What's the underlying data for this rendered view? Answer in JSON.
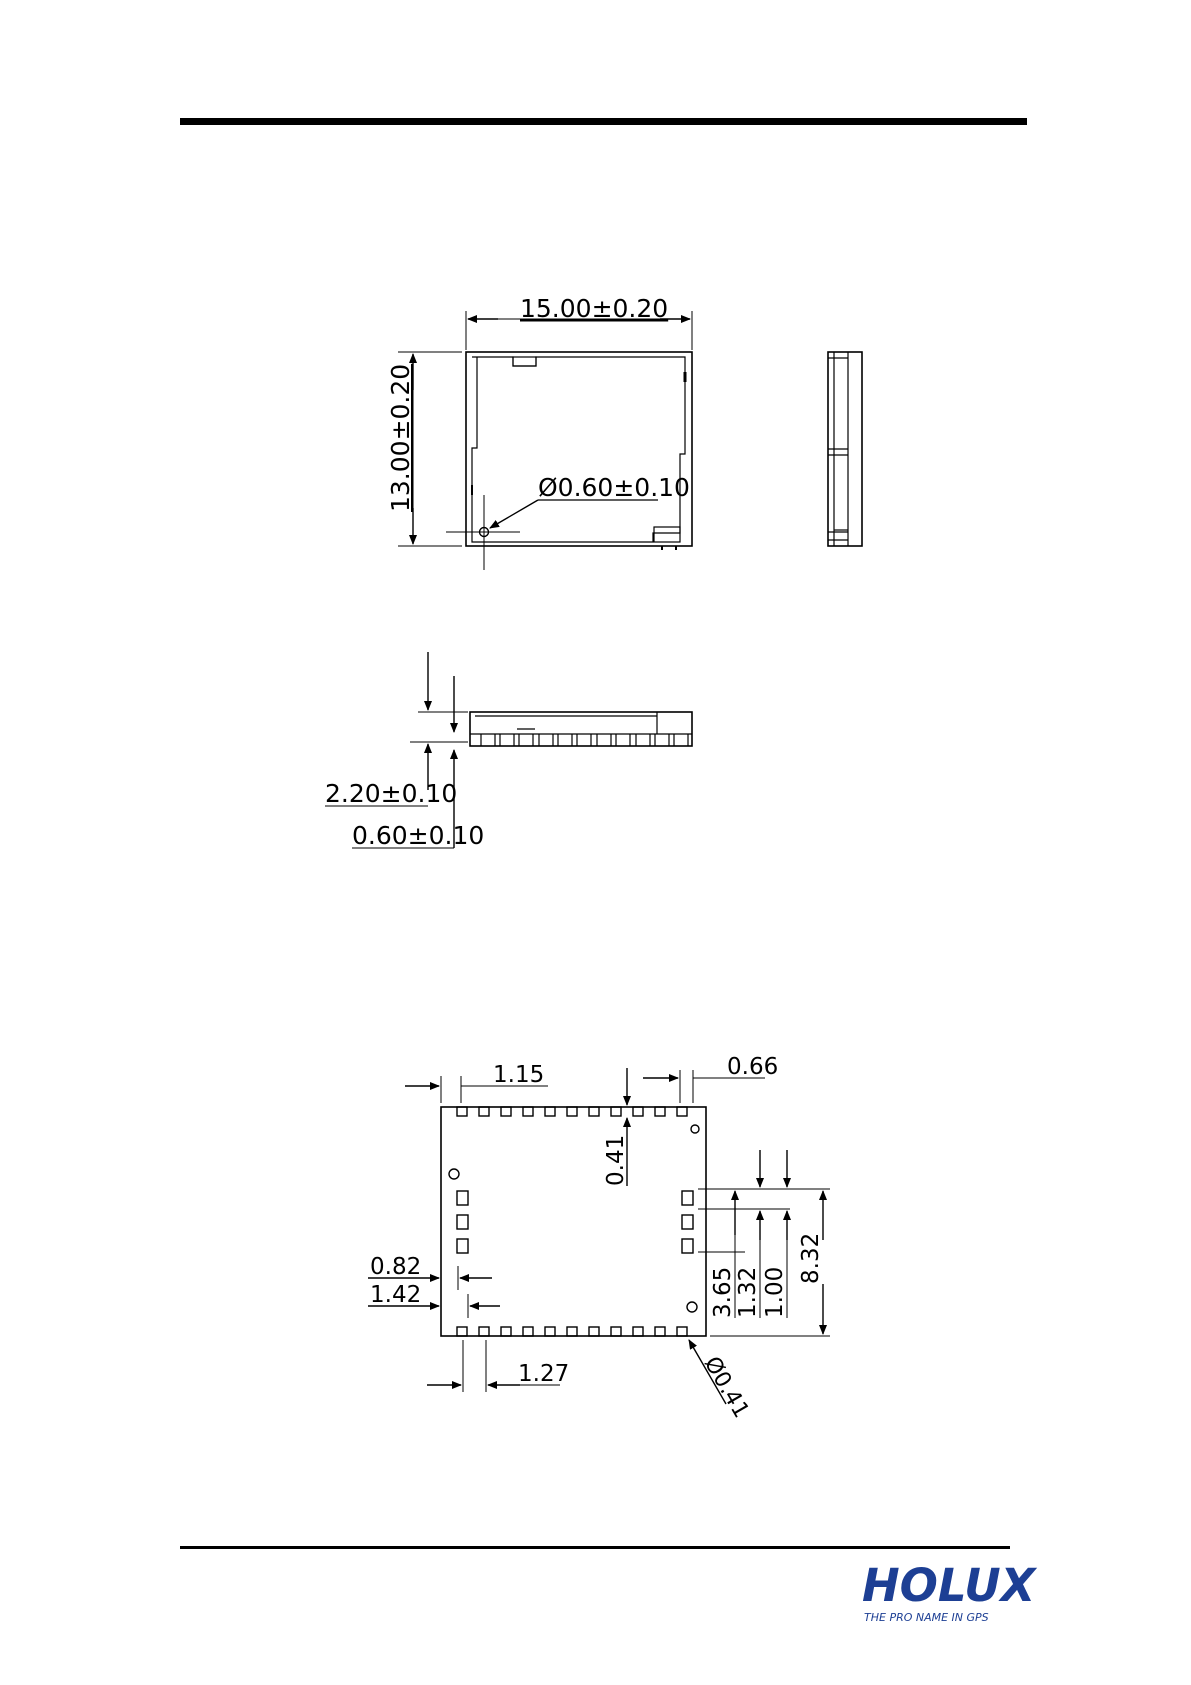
{
  "dimensions": {
    "top_width": "15.00±0.20",
    "top_height": "13.00±0.20",
    "hole_diameter": "Ø0.60±0.10",
    "side_total_height": "2.20±0.10",
    "side_base_height": "0.60±0.10",
    "pad_pitch_top": "1.15",
    "pad_edge_offset_right": "0.66",
    "pad_width": "0.41",
    "side_pad_width": "0.82",
    "side_pad_offset": "1.42",
    "pad_pitch_bottom": "1.27",
    "pad_diameter": "Ø0.41",
    "height_3_65": "3.65",
    "height_1_32": "1.32",
    "height_1_00": "1.00",
    "height_8_32": "8.32"
  },
  "footer": {
    "logo_text": "HOLUX",
    "tagline": "THE PRO NAME IN GPS"
  },
  "colors": {
    "line": "#000000",
    "brand": "#1d3f94"
  }
}
